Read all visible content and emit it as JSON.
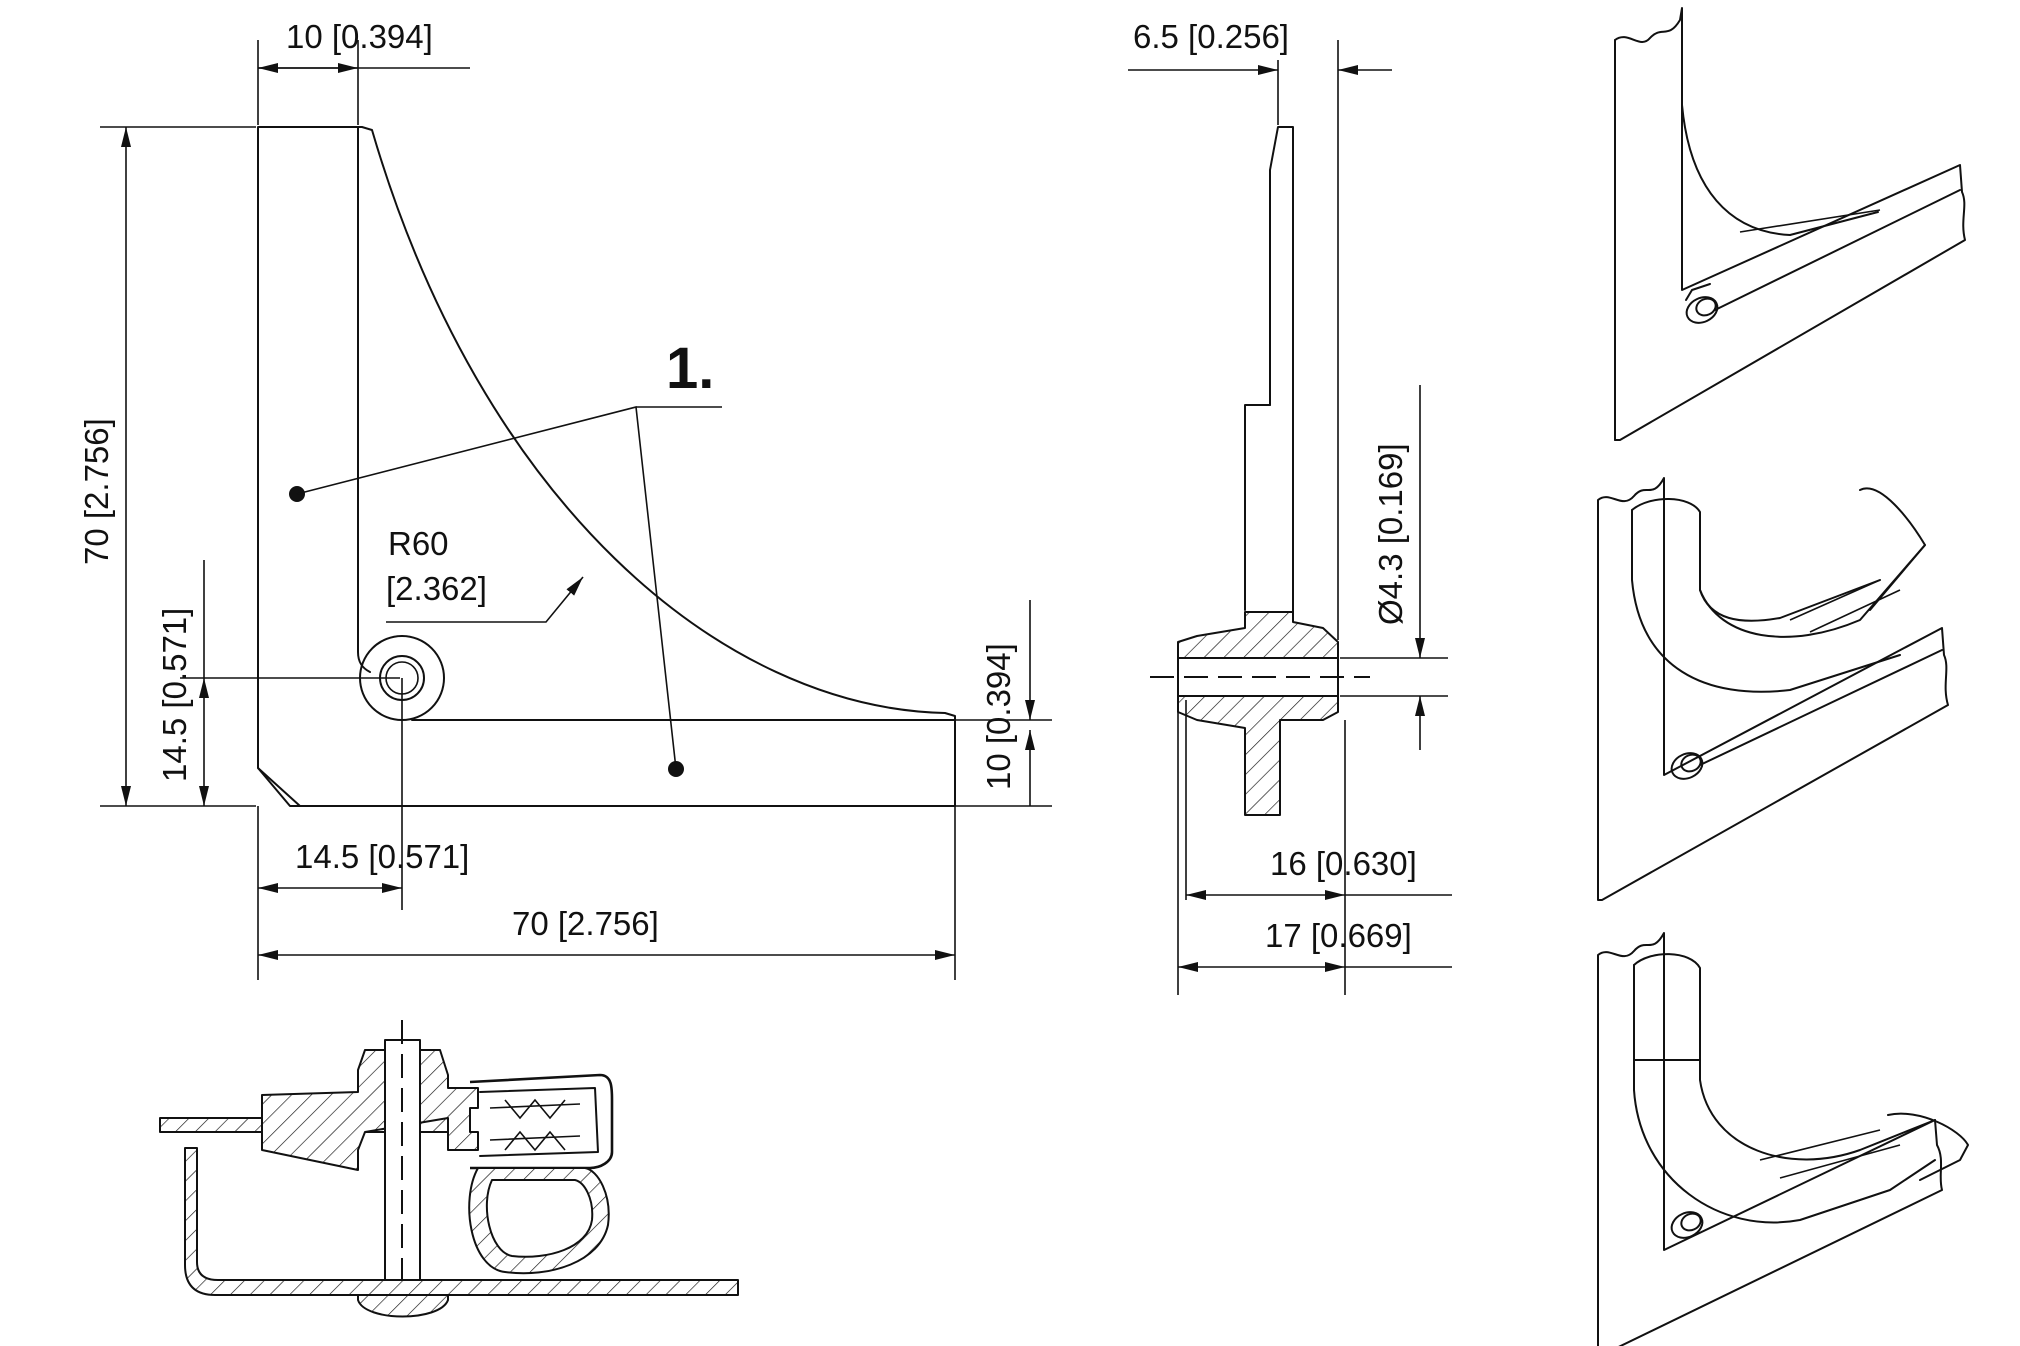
{
  "front_view": {
    "dim_top_width": "10 [0.394]",
    "dim_height": "70 [2.756]",
    "dim_hole_height": "14.5 [0.571]",
    "dim_hole_offset": "14.5 [0.571]",
    "dim_width": "70 [2.756]",
    "dim_flange_height": "10 [0.394]",
    "radius_line1": "R60",
    "radius_line2": "[2.362]",
    "callout": "1."
  },
  "side_view": {
    "dim_thickness": "6.5 [0.256]",
    "dim_hole_dia": "Ø4.3 [0.169]",
    "dim_pin_length": "16 [0.630]",
    "dim_total_length": "17 [0.669]"
  },
  "section_view": {},
  "iso_views": {
    "count": 3
  }
}
